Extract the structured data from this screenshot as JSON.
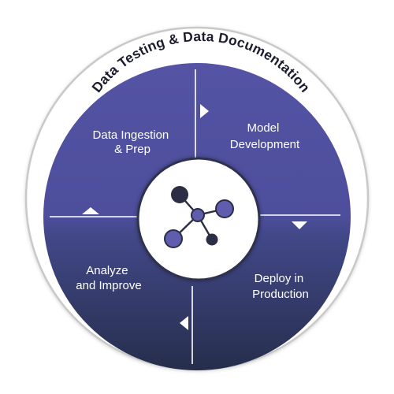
{
  "diagram": {
    "ring_title": "Data Testing & Data Documentation",
    "quadrants": {
      "top_left": {
        "line1": "Data Ingestion",
        "line2": "& Prep"
      },
      "top_right": {
        "line1": "Model",
        "line2": "Development"
      },
      "bottom_left": {
        "line1": "Analyze",
        "line2": "and Improve"
      },
      "bottom_right": {
        "line1": "Deploy in",
        "line2": "Production"
      }
    },
    "center_icon": "network-nodes-icon",
    "colors": {
      "disc_top": "#5453a4",
      "disc_bottom": "#2b3454",
      "ring_border": "#c8c8c8",
      "divider": "#ffffff",
      "node_dark": "#2b2e44",
      "node_purple": "#5e5dae",
      "title_text": "#1c1d2e"
    }
  }
}
